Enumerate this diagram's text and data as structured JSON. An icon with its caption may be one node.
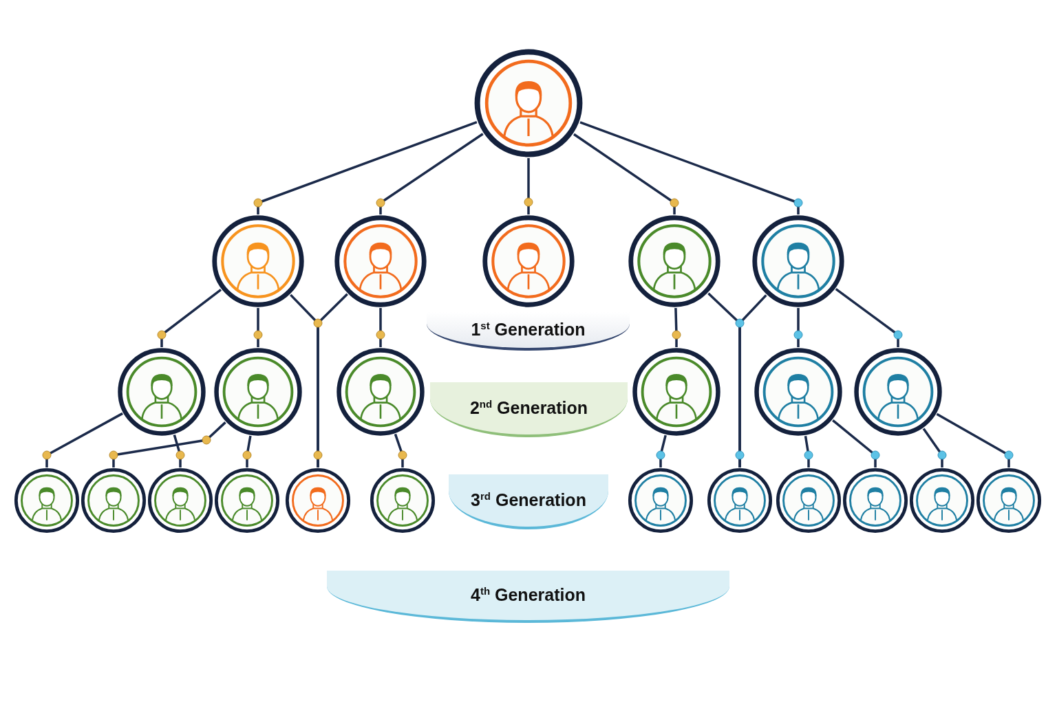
{
  "diagram": {
    "nodes": [
      {
        "text": [],
        "shape": "person"
      },
      {
        "text": [],
        "shape": "person"
      },
      {
        "text": [],
        "shape": "person"
      },
      {
        "text": [],
        "shape": "person"
      },
      {
        "text": [],
        "shape": "person"
      },
      {
        "text": [],
        "shape": "person"
      },
      {
        "text": [
          "1$^{st}$ Generation"
        ]
      },
      {
        "text": [],
        "shape": "person"
      },
      {
        "text": [],
        "shape": "person"
      },
      {
        "text": [],
        "shape": "person"
      },
      {
        "text": [
          "2$^{nd}$ Generation"
        ]
      },
      {
        "text": [],
        "shape": "person"
      },
      {
        "text": [],
        "shape": "person"
      },
      {
        "text": [],
        "shape": "person"
      },
      {
        "text": [],
        "shape": "person"
      },
      {
        "text": [],
        "shape": "person"
      },
      {
        "text": [],
        "shape": "person"
      },
      {
        "text": [],
        "shape": "person"
      },
      {
        "text": [],
        "shape": "person"
      },
      {
        "text": [],
        "shape": "person"
      },
      {
        "text": [
          "3$^{rd}$ Generation"
        ]
      },
      {
        "text": [],
        "shape": "person"
      },
      {
        "text": [],
        "shape": "person"
      },
      {
        "text": [],
        "shape": "person"
      },
      {
        "text": [],
        "shape": "person"
      },
      {
        "text": [],
        "shape": "person"
      },
      {
        "text": [],
        "shape": "person"
      },
      {
        "text": [
          "4$^{th}$ Generation"
        ]
      }
    ],
    "edges": [
      {
        "from": 0,
        "to": 1,
        "arrow": "none"
      },
      {
        "from": 0,
        "to": 2,
        "arrow": "none"
      },
      {
        "from": 0,
        "to": 3,
        "arrow": "none"
      },
      {
        "from": 0,
        "to": 4,
        "arrow": "none"
      },
      {
        "from": 0,
        "to": 5,
        "arrow": "none"
      },
      {
        "from": 1,
        "to": 7,
        "arrow": "none"
      },
      {
        "from": 1,
        "to": 8,
        "arrow": "none"
      },
      {
        "from": 2,
        "to": 9,
        "arrow": "none"
      },
      {
        "from": 1,
        "to": 18,
        "arrow": "none"
      },
      {
        "from": 2,
        "to": 18,
        "arrow": "none"
      },
      {
        "from": 4,
        "to": 11,
        "arrow": "none"
      },
      {
        "from": 4,
        "to": 22,
        "arrow": "none"
      },
      {
        "from": 5,
        "to": 22,
        "arrow": "none"
      },
      {
        "from": 5,
        "to": 12,
        "arrow": "none"
      },
      {
        "from": 5,
        "to": 13,
        "arrow": "none"
      },
      {
        "from": 7,
        "to": 14,
        "arrow": "none"
      },
      {
        "from": 7,
        "to": 16,
        "arrow": "none"
      },
      {
        "from": 8,
        "to": 15,
        "arrow": "none"
      },
      {
        "from": 8,
        "to": 17,
        "arrow": "none"
      },
      {
        "from": 9,
        "to": 19,
        "arrow": "none"
      },
      {
        "from": 11,
        "to": 21,
        "arrow": "none"
      },
      {
        "from": 12,
        "to": 23,
        "arrow": "none"
      },
      {
        "from": 12,
        "to": 24,
        "arrow": "none"
      },
      {
        "from": 13,
        "to": 25,
        "arrow": "none"
      },
      {
        "from": 13,
        "to": 26,
        "arrow": "none"
      }
    ]
  }
}
